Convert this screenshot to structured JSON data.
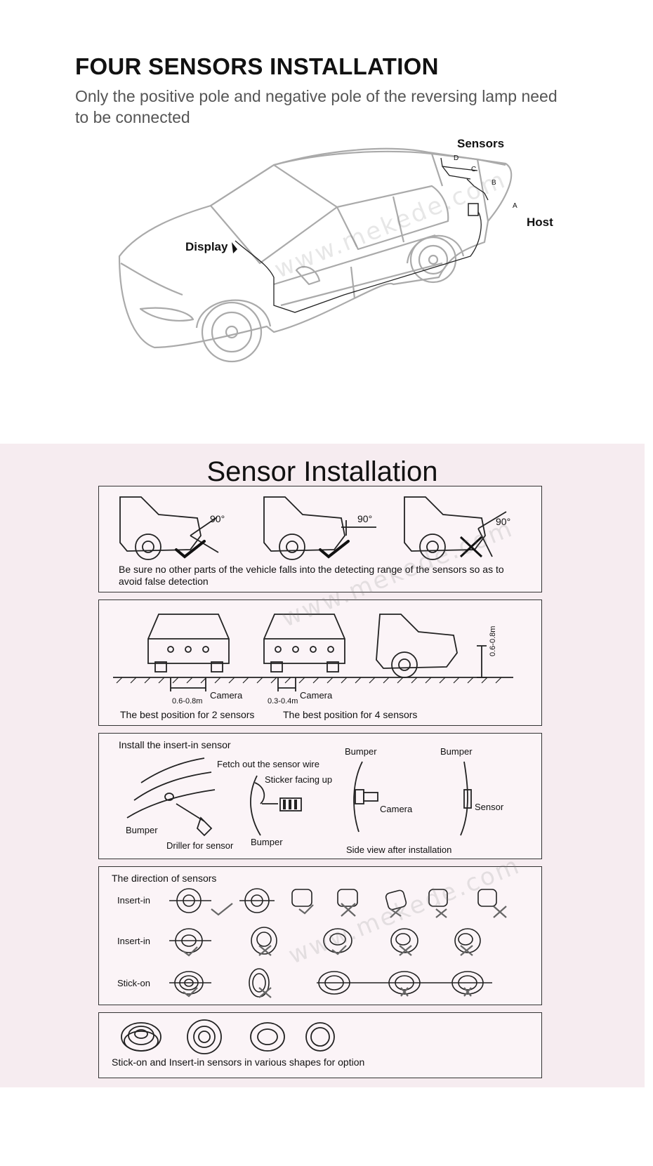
{
  "header": {
    "title": "FOUR SENSORS INSTALLATION",
    "subtitle": "Only the positive pole and negative pole of the reversing lamp need to be connected"
  },
  "car_diagram": {
    "sensors_label": "Sensors",
    "host_label": "Host",
    "display_label": "Display",
    "points": [
      "A",
      "B",
      "C",
      "D"
    ]
  },
  "watermark": "www.mekede.com",
  "install": {
    "title": "Sensor Installation",
    "panel1": {
      "angle": "90°",
      "caption": "Be sure no other parts of the vehicle falls into the detecting range of the sensors so as to avoid false detection"
    },
    "panel2": {
      "distance_2": "0.6-0.8m",
      "distance_4": "0.3-0.4m",
      "camera": "Camera",
      "height": "0.6-0.8m",
      "caption_2": "The best position for 2 sensors",
      "caption_4": "The best position for 4 sensors"
    },
    "panel3": {
      "title": "Install the insert-in sensor",
      "fetch": "Fetch out the sensor wire",
      "sticker": "Sticker facing up",
      "bumper": "Bumper",
      "driller": "Driller for sensor",
      "camera": "Camera",
      "sensor": "Sensor",
      "side_view": "Side view after installation"
    },
    "panel4": {
      "title": "The direction of sensors",
      "row1": "Insert-in",
      "row2": "Insert-in",
      "row3": "Stick-on"
    },
    "panel5": {
      "caption": "Stick-on and Insert-in sensors in various shapes for option"
    }
  }
}
